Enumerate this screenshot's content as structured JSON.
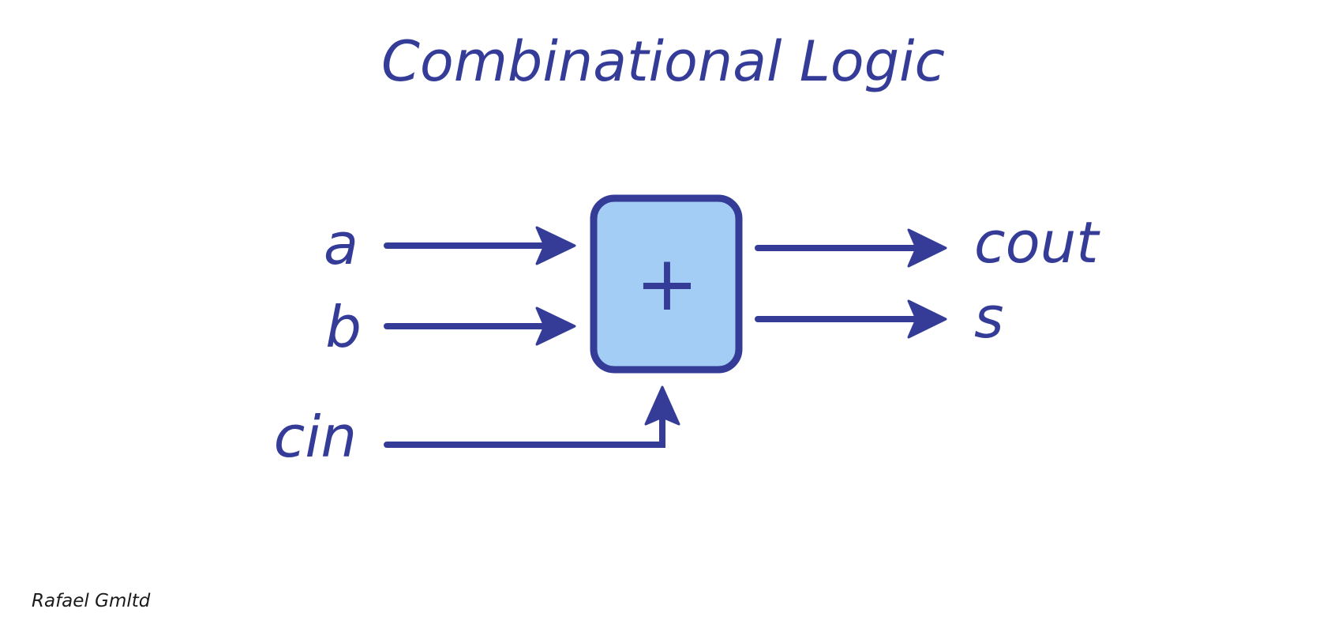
{
  "title": "Combinational Logic",
  "block": {
    "operator": "+"
  },
  "inputs": {
    "a": "a",
    "b": "b",
    "cin": "cin"
  },
  "outputs": {
    "cout": "cout",
    "s": "s"
  },
  "author": "Rafael Gmltd",
  "colors": {
    "ink": "#353c98",
    "block_fill": "#a3cdf5",
    "background": "#ffffff",
    "author_text": "#1a1a1a"
  }
}
